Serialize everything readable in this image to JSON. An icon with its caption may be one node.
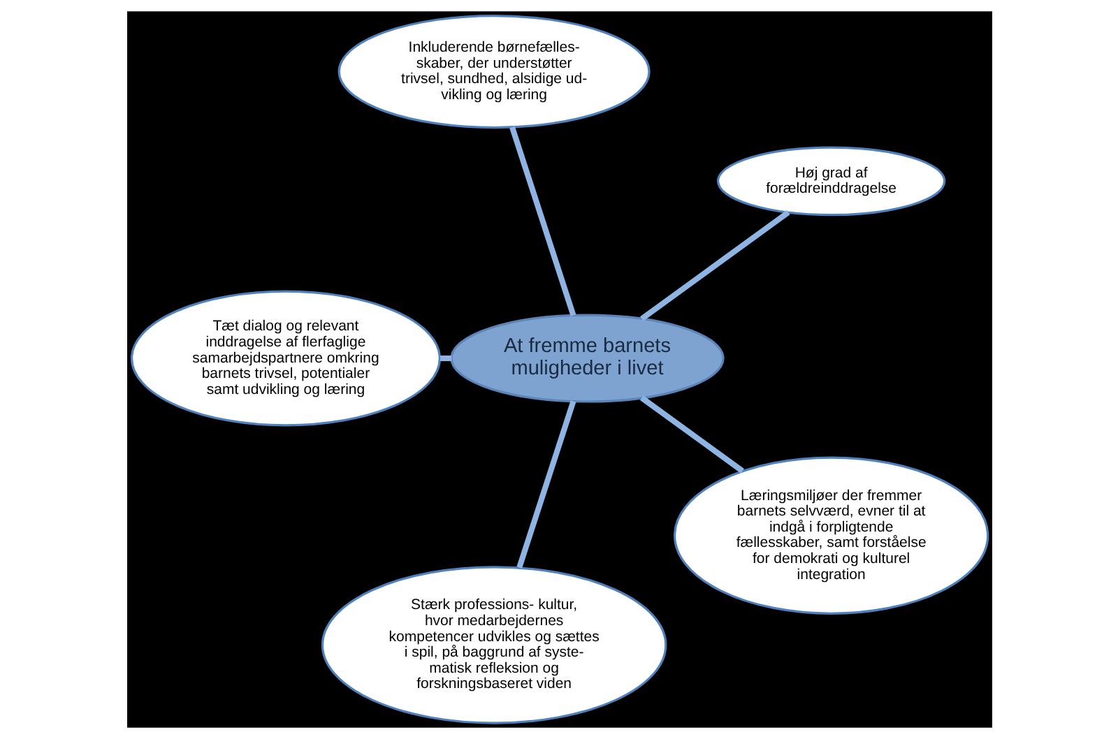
{
  "diagram": {
    "nodes": [
      {
        "text": [
          "At fremme barnets muligheder i livet"
        ]
      },
      {
        "text": [
          "Høj grad af forældreinddragelse"
        ]
      },
      {
        "text": [
          "Inkluderende børnefælles- skaber, der understøtter trivsel, sundhed, alsidige ud- vikling og læring"
        ]
      },
      {
        "text": [
          "Tæt dialog og relevant inddragelse af flerfaglige samarbejdspartnere omkring barnets trivsel, potentialer samt udvikling og læring"
        ]
      },
      {
        "text": [
          "Stærk professions- kultur, hvor medarbejdernes kompetencer udvikles og sættes i spil, på baggrund af syste- matisk refleksion og forskningsbaseret viden"
        ]
      },
      {
        "text": [
          "Læringsmiljøer der fremmer barnets selvværd, evner til at indgå i forpligtende fællesskaber, samt forståelse for demokrati og kulturel integration"
        ]
      }
    ],
    "edges": [
      {
        "from": 0,
        "to": 1,
        "arrow": "none"
      },
      {
        "from": 0,
        "to": 2,
        "arrow": "none"
      },
      {
        "from": 0,
        "to": 3,
        "arrow": "none"
      },
      {
        "from": 0,
        "to": 4,
        "arrow": "none"
      },
      {
        "from": 0,
        "to": 5,
        "arrow": "none"
      }
    ]
  }
}
